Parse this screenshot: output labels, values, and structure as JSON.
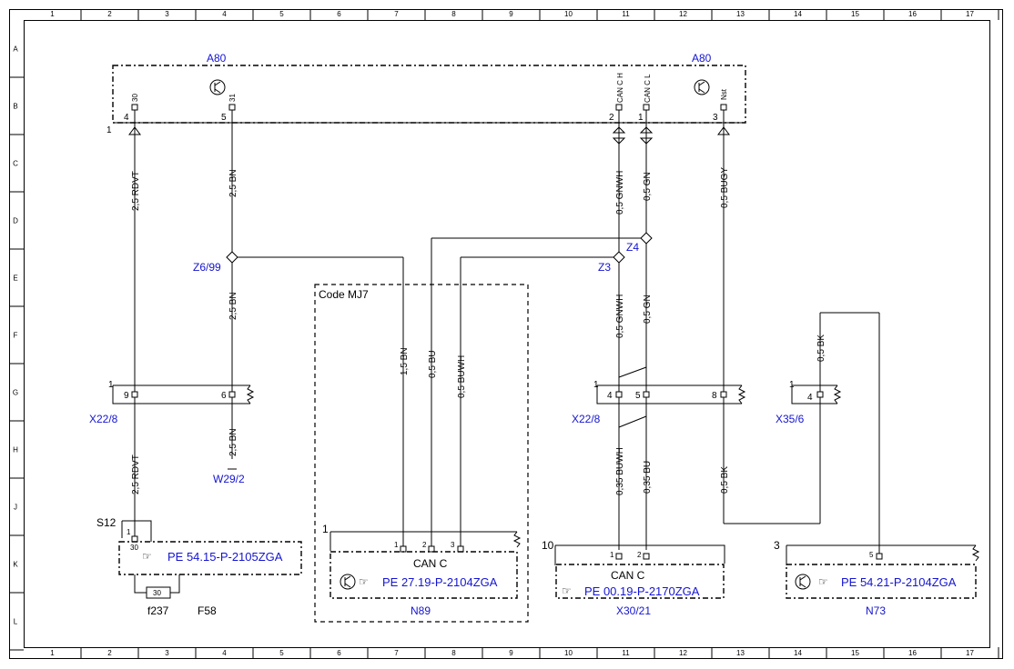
{
  "grid": {
    "columns": [
      "1",
      "2",
      "3",
      "4",
      "5",
      "6",
      "7",
      "8",
      "9",
      "10",
      "11",
      "12",
      "13",
      "14",
      "15",
      "16",
      "17"
    ],
    "rows": [
      "A",
      "B",
      "C",
      "D",
      "E",
      "F",
      "G",
      "H",
      "J",
      "K",
      "L"
    ]
  },
  "components": {
    "a80_left": "A80",
    "a80_right": "A80",
    "a80_marker": "1",
    "a80_pins": {
      "p30_label": "30",
      "p30_num": "4",
      "p31_label": "31",
      "p31_num": "5",
      "canh_label": "CAN C H",
      "canh_num": "2",
      "canl_label": "CAN C L",
      "canl_num": "1",
      "nst_label": "Nst",
      "nst_num": "3"
    },
    "z6_99": "Z6/99",
    "z3": "Z3",
    "z4": "Z4",
    "code_mj7": "Code MJ7",
    "x22_8_left": "X22/8",
    "x22_8_left_marker": "1",
    "x22_8_left_pins": [
      "9",
      "6"
    ],
    "x22_8_right": "X22/8",
    "x22_8_right_marker": "1",
    "x22_8_right_pins": [
      "4",
      "5",
      "8"
    ],
    "x35_6": "X35/6",
    "x35_6_marker": "1",
    "x35_6_pin": "4",
    "w29_2": "W29/2",
    "s12": "S12",
    "s12_pins": [
      "1",
      "30"
    ],
    "s12_ref": "PE 54.15-P-2105ZGA",
    "fuse_value": "30",
    "f237": "f237",
    "f58": "F58",
    "n89_marker": "1",
    "n89_pins": [
      "1",
      "2",
      "3"
    ],
    "n89_can": "CAN C",
    "n89_ref": "PE 27.19-P-2104ZGA",
    "n89": "N89",
    "x30_21_marker": "10",
    "x30_21_pins": [
      "1",
      "2"
    ],
    "x30_21_can": "CAN C",
    "x30_21_ref": "PE 00.19-P-2170ZGA",
    "x30_21": "X30/21",
    "n73_marker": "3",
    "n73_pin": "5",
    "n73_ref": "PE 54.21-P-2104ZGA",
    "n73": "N73"
  },
  "wires": {
    "rdvt_top": "2,5 RDVT",
    "bn_top": "2,5 BN",
    "bn_mid": "2,5 BN",
    "bn_low": "2,5 BN",
    "rdvt_low": "2,5 RDVT",
    "bn_15": "1,5 BN",
    "bu_05": "0,5 BU",
    "buwh_05": "0,5 BUWH",
    "gnwh_top": "0,5 GNWH",
    "gn_top": "0,5 GN",
    "bugy": "0,5 BUGY",
    "gnwh_mid": "0,5 GNWH",
    "gn_mid": "0,5 GN",
    "bk_05": "0,5 BK",
    "buwh_035": "0,35 BUWH",
    "bu_035": "0,35 BU",
    "bk_low": "0,5 BK"
  },
  "colors": {
    "reference": "#1414d2",
    "line": "#000000"
  }
}
